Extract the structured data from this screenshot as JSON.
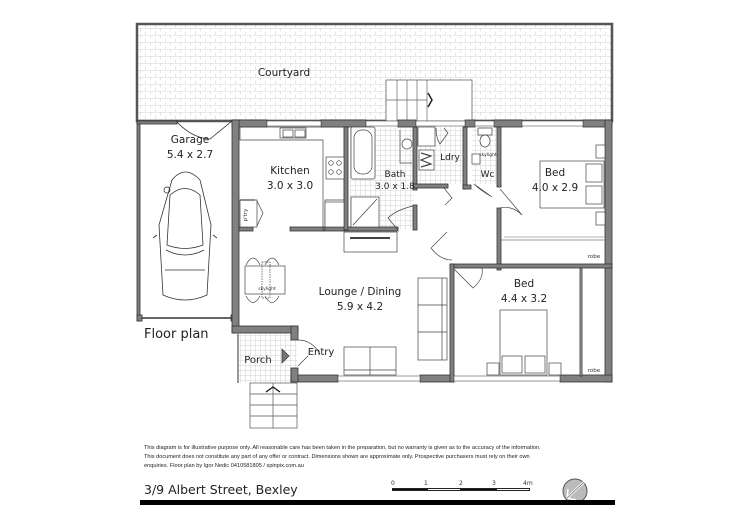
{
  "property": {
    "address": "3/9 Albert Street, Bexley",
    "plan_title": "Floor plan"
  },
  "rooms": [
    {
      "name": "Courtyard",
      "dimensions": ""
    },
    {
      "name": "Garage",
      "dimensions": "5.4 x 2.7"
    },
    {
      "name": "Kitchen",
      "dimensions": "3.0 x 3.0"
    },
    {
      "name": "Bath",
      "dimensions": "3.0 x 1.8"
    },
    {
      "name": "Ldry",
      "dimensions": ""
    },
    {
      "name": "Wc",
      "dimensions": ""
    },
    {
      "name": "Bed",
      "dimensions": "4.0 x 2.9"
    },
    {
      "name": "Lounge / Dining",
      "dimensions": "5.9 x 4.2"
    },
    {
      "name": "Bed",
      "dimensions": "4.4 x 3.2"
    },
    {
      "name": "Porch",
      "dimensions": ""
    },
    {
      "name": "Entry",
      "dimensions": ""
    }
  ],
  "annotations": {
    "pantry": "p'try",
    "skylight": "skylight",
    "robe_1": "robe",
    "robe_2": "robe"
  },
  "disclaimer": {
    "line1": "This diagram is for illustrative purpose only. All reasonable care has been taken in the preparation, but no warranty is given as to the accuracy of the information.",
    "line2": "This document does not constitute any part of any offer or contract. Dimensions shown are approximate only. Prospective purchasers must rely on their own",
    "line3": "enquiries. Floor plan by Igor Nedic 0410581805 / spinpix.com.au"
  },
  "scale_bar": {
    "ticks": [
      "0",
      "1",
      "2",
      "3",
      "4m"
    ]
  },
  "icons": {
    "compass": "north-arrow-icon"
  }
}
